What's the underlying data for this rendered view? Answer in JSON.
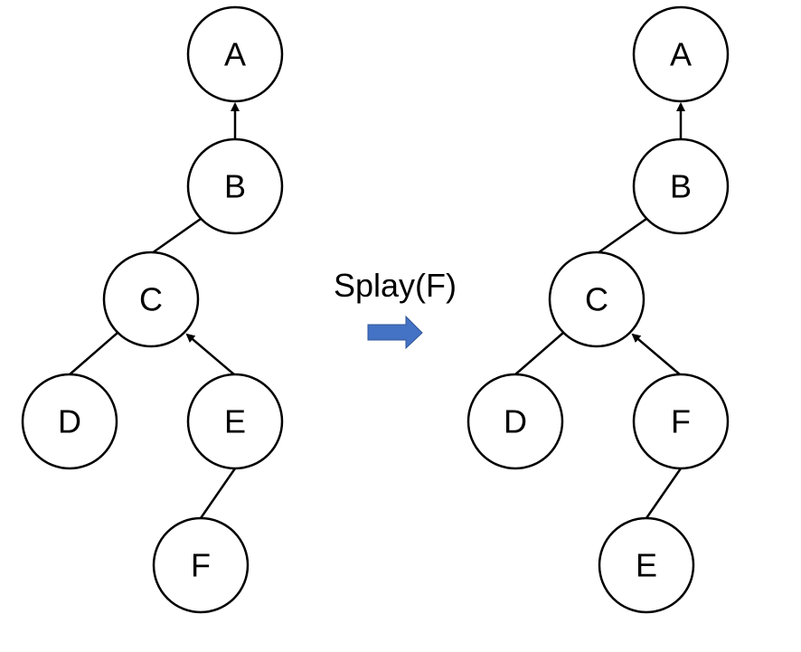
{
  "operation": {
    "label": "Splay(F)",
    "arrow_color": "#4472C4"
  },
  "trees": {
    "before": {
      "nodes": {
        "a": "A",
        "b": "B",
        "c": "C",
        "d": "D",
        "e": "E",
        "f": "F"
      }
    },
    "after": {
      "nodes": {
        "a": "A",
        "b": "B",
        "c": "C",
        "d": "D",
        "f": "F",
        "e": "E"
      }
    }
  }
}
